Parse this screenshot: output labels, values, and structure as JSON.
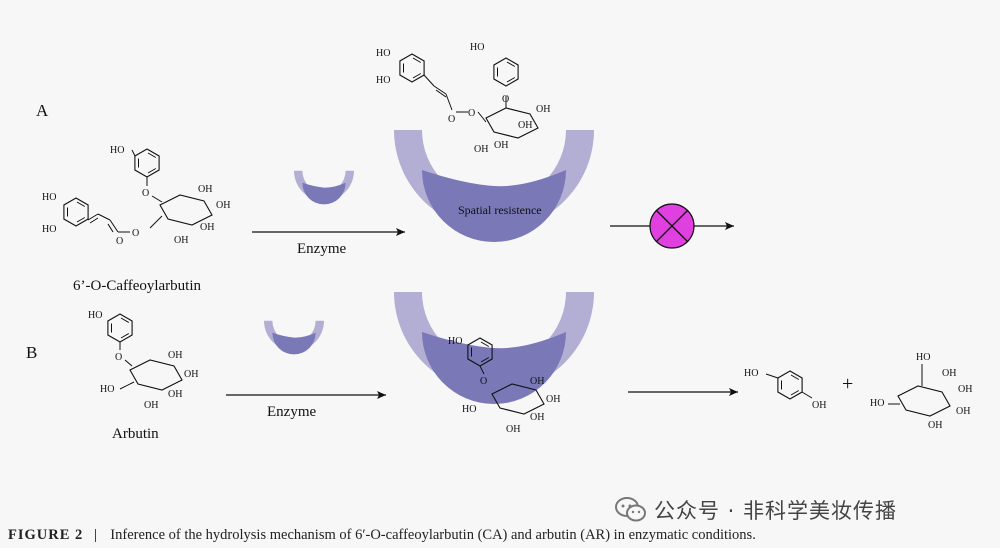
{
  "panels": {
    "a": {
      "label": "A",
      "substrate_name": "6’-O-Caffeoylarbutin",
      "arrow_label": "Enzyme",
      "pocket_label": "Spatial resistence"
    },
    "b": {
      "label": "B",
      "substrate_name": "Arbutin",
      "arrow_label": "Enzyme",
      "plus": "+"
    }
  },
  "chem_labels": {
    "ho": "HO",
    "oh": "OH",
    "o": "O"
  },
  "colors": {
    "enzyme_outer": "#b3aed4",
    "enzyme_inner": "#7a78b6",
    "blocked": "#e040e0"
  },
  "watermark": {
    "text": "公众号 · 非科学美妆传播",
    "icon": "wechat-icon"
  },
  "caption": {
    "figure": "FIGURE 2",
    "text": "Inference of the hydrolysis mechanism of 6′-O-caffeoylarbutin (CA) and arbutin (AR) in enzymatic conditions."
  }
}
